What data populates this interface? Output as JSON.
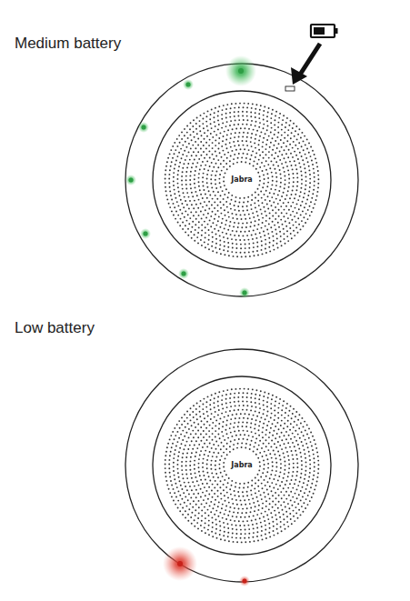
{
  "diagram": {
    "labels": [
      "Medium battery",
      "Jabra",
      "Low battery",
      "Jabra"
    ]
  }
}
